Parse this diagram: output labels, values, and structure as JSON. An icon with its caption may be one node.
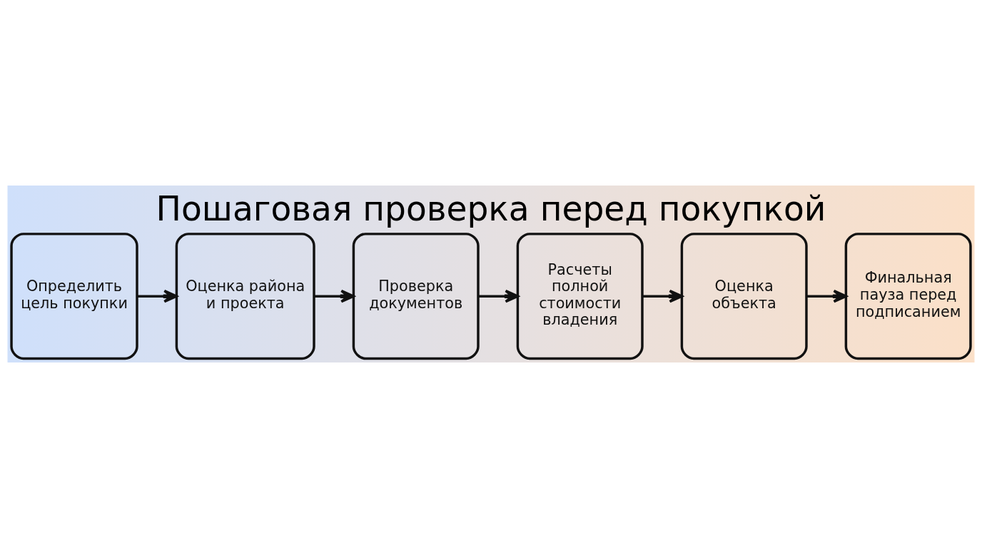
{
  "diagram": {
    "title": "Пошаговая проверка перед покупкой",
    "nodes": [
      {
        "text": [
          "Определить цель покупки"
        ]
      },
      {
        "text": [
          "Оценка района и проекта"
        ]
      },
      {
        "text": [
          "Проверка документов"
        ]
      },
      {
        "text": [
          "Расчеты полной стоимости владения"
        ]
      },
      {
        "text": [
          "Оценка объекта"
        ]
      },
      {
        "text": [
          "Финальная пауза перед подписанием"
        ]
      }
    ],
    "edges": [
      {
        "from": 0,
        "to": 1,
        "arrow": "to"
      },
      {
        "from": 1,
        "to": 2,
        "arrow": "to"
      },
      {
        "from": 2,
        "to": 3,
        "arrow": "to"
      },
      {
        "from": 3,
        "to": 4,
        "arrow": "to"
      },
      {
        "from": 4,
        "to": 5,
        "arrow": "to"
      }
    ]
  }
}
